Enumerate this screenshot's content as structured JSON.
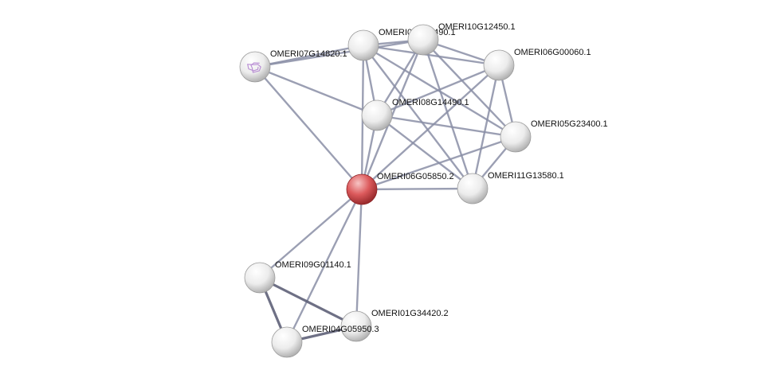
{
  "colors": {
    "query_node": "#d9494b",
    "node": "#e8e8e8",
    "edge": "#8a8ea6",
    "edge_strong": "#5e6178",
    "structure_marks": "#b07fcf"
  },
  "nodes": [
    {
      "id": "n_06G05850",
      "label": "OMERI06G05850.2",
      "query": true
    },
    {
      "id": "n_08G14490",
      "label": "OMERI08G14490.1"
    },
    {
      "id": "n_07G14820",
      "label": "OMERI07G14820.1",
      "structure": true
    },
    {
      "id": "n_08G13490",
      "label": "OMERI08G13490.1"
    },
    {
      "id": "n_10G12450",
      "label": "OMERI10G12450.1"
    },
    {
      "id": "n_06G00060",
      "label": "OMERI06G00060.1"
    },
    {
      "id": "n_05G23400",
      "label": "OMERI05G23400.1"
    },
    {
      "id": "n_11G13580",
      "label": "OMERI11G13580.1"
    },
    {
      "id": "n_09G01140",
      "label": "OMERI09G01140.1"
    },
    {
      "id": "n_01G34420",
      "label": "OMERI01G34420.2"
    },
    {
      "id": "n_04G05950",
      "label": "OMERI04G05950.3"
    }
  ],
  "edges": [
    [
      "n_06G05850",
      "n_08G14490"
    ],
    [
      "n_06G05850",
      "n_07G14820"
    ],
    [
      "n_06G05850",
      "n_08G13490"
    ],
    [
      "n_06G05850",
      "n_10G12450"
    ],
    [
      "n_06G05850",
      "n_06G00060"
    ],
    [
      "n_06G05850",
      "n_05G23400"
    ],
    [
      "n_06G05850",
      "n_11G13580"
    ],
    [
      "n_06G05850",
      "n_09G01140"
    ],
    [
      "n_06G05850",
      "n_01G34420"
    ],
    [
      "n_06G05850",
      "n_04G05950"
    ],
    [
      "n_07G14820",
      "n_08G13490"
    ],
    [
      "n_07G14820",
      "n_10G12450"
    ],
    [
      "n_07G14820",
      "n_08G14490"
    ],
    [
      "n_08G13490",
      "n_10G12450"
    ],
    [
      "n_08G13490",
      "n_06G00060"
    ],
    [
      "n_08G13490",
      "n_08G14490"
    ],
    [
      "n_08G13490",
      "n_05G23400"
    ],
    [
      "n_08G13490",
      "n_11G13580"
    ],
    [
      "n_10G12450",
      "n_06G00060"
    ],
    [
      "n_10G12450",
      "n_08G14490"
    ],
    [
      "n_10G12450",
      "n_05G23400"
    ],
    [
      "n_10G12450",
      "n_11G13580"
    ],
    [
      "n_06G00060",
      "n_08G14490"
    ],
    [
      "n_06G00060",
      "n_05G23400"
    ],
    [
      "n_06G00060",
      "n_11G13580"
    ],
    [
      "n_08G14490",
      "n_05G23400"
    ],
    [
      "n_08G14490",
      "n_11G13580"
    ],
    [
      "n_05G23400",
      "n_11G13580"
    ],
    [
      "n_09G01140",
      "n_01G34420",
      "strong"
    ],
    [
      "n_09G01140",
      "n_04G05950",
      "strong"
    ],
    [
      "n_04G05950",
      "n_01G34420",
      "strong"
    ]
  ]
}
